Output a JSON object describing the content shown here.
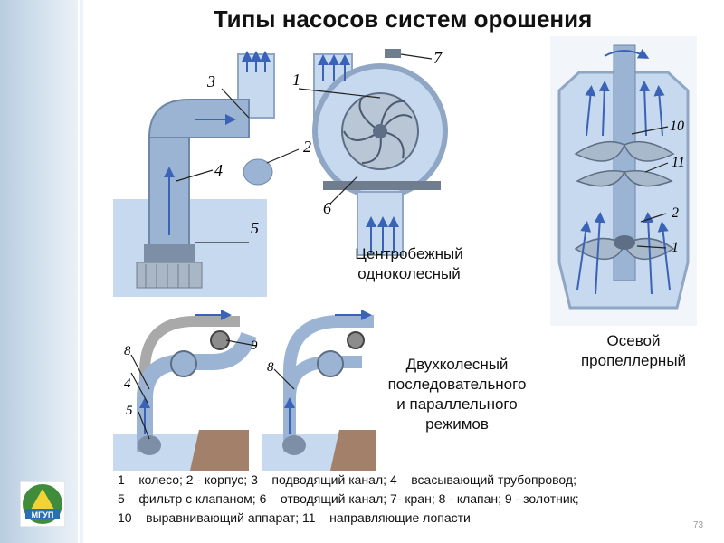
{
  "slide": {
    "title": "Типы насосов систем орошения",
    "page_number": "73"
  },
  "captions": {
    "centrifugal": [
      "Центробежный",
      "одноколесный"
    ],
    "axial": [
      "Осевой",
      "пропеллерный"
    ],
    "two_wheel": [
      "Двухколесный",
      "последовательного",
      "и параллельного",
      "режимов"
    ]
  },
  "centrifugal_labels": {
    "l1": "1",
    "l2": "2",
    "l3": "3",
    "l4": "4",
    "l5": "5",
    "l6": "6",
    "l7": "7"
  },
  "axial_labels": {
    "l10": "10",
    "l11": "11",
    "l2": "2",
    "l1": "1"
  },
  "twowheel_labels": {
    "l8a": "8",
    "l4": "4",
    "l5": "5",
    "l9": "9",
    "l8b": "8"
  },
  "legend": [
    "1 – колесо; 2 - корпус; 3 – подводящий канал; 4 – всасывающий трубопровод;",
    "5 – фильтр с клапаном; 6 – отводящий канал; 7- кран; 8 - клапан; 9 -  золотник;",
    "10 – выравнивающий аппарат; 11 – направляющие лопасти"
  ],
  "colors": {
    "water": "#c6d9ee",
    "metal": "#8fa7c4",
    "arrow": "#3a63b7",
    "soil": "#a3806a"
  },
  "logo": {
    "text": "МГУП"
  }
}
